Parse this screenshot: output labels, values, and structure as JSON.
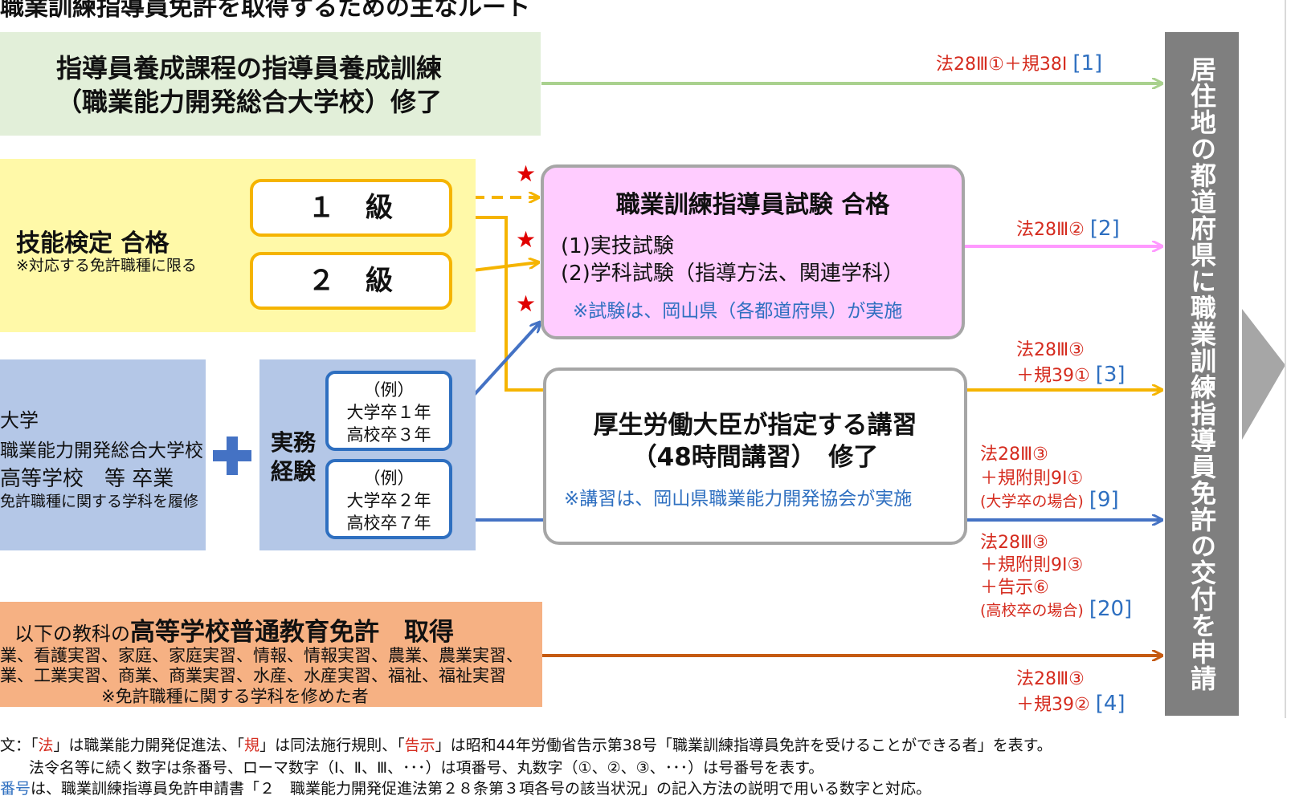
{
  "title": "職業訓練指導員免許を取得するための主なルート",
  "green": {
    "line1": "指導員養成課程の指導員養成訓練",
    "line2": "（職業能力開発総合大学校）修了"
  },
  "skill": {
    "title": "技能検定 合格",
    "note": "※対応する免許職種に限る",
    "grade1": "１　級",
    "grade2": "２　級"
  },
  "exam": {
    "title": "職業訓練指導員試験  合格",
    "item1": "(1)実技試験",
    "item2": "(2)学科試験（指導方法、関連学科）",
    "note": "※試験は、岡山県（各都道府県）が実施",
    "star": "★"
  },
  "school": {
    "l1": "大学",
    "l2": "職業能力開発総合大学校",
    "l3": "高等学校　等 卒業",
    "l4": "免許職種に関する学科を履修"
  },
  "practice": {
    "label_l1": "実務",
    "label_l2": "経験",
    "ex1": {
      "l1": "（例）",
      "l2": "大学卒１年",
      "l3": "高校卒３年"
    },
    "ex2": {
      "l1": "（例）",
      "l2": "大学卒２年",
      "l3": "高校卒７年"
    }
  },
  "course": {
    "l1": "厚生労働大臣が指定する講習",
    "l2": "（48時間講習）　修了",
    "note": "※講習は、岡山県職業能力開発協会が実施"
  },
  "license": {
    "prefix": "以下の教科の",
    "strong": "高等学校普通教育免許　取得",
    "l2": "業、看護実習、家庭、家庭実習、情報、情報実習、農業、農業実習、",
    "l3": "業、工業実習、商業、商業実習、水産、水産実習、福祉、福祉実習",
    "l4": "※免許職種に関する学科を修めた者"
  },
  "vertical": "居住地の都道府県に職業訓練指導員免許の交付を申請",
  "labels": {
    "r1": {
      "law": "法28Ⅲ①＋規38Ⅰ",
      "ref": "[1]"
    },
    "r2": {
      "law": "法28Ⅲ②",
      "ref": "[2]"
    },
    "r3": {
      "l1": "法28Ⅲ③",
      "l2": "＋規39①",
      "ref": "[3]"
    },
    "r9": {
      "l1": "法28Ⅲ③",
      "l2": "＋規附則9Ⅰ①",
      "l3": "(大学卒の場合)",
      "ref": "[9]"
    },
    "r20": {
      "l1": "法28Ⅲ③",
      "l2": "＋規附則9Ⅰ③",
      "l3": "＋告示⑥",
      "l4": "(高校卒の場合)",
      "ref": "[20]"
    },
    "r4": {
      "l1": "法28Ⅲ③",
      "l2": "＋規39②",
      "ref": "[4]"
    }
  },
  "footer": {
    "l1_a": "文：「",
    "l1_hou": "法",
    "l1_b": "」は職業能力開発促進法、「",
    "l1_ki": "規",
    "l1_c": "」は同法施行規則、「",
    "l1_kokuji": "告示",
    "l1_d": "」は昭和44年労働省告示第38号「職業訓練指導員免許を受けることができる者」を表す。",
    "l2": "法令名等に続く数字は条番号、ローマ数字（Ⅰ、Ⅱ、Ⅲ、･･･）は項番号、丸数字（①、②、③、･･･）は号番号を表す。",
    "l3_a": "番号",
    "l3_b": "は、職業訓練指導員免許申請書「２　職業能力開発促進法第２８条第３項各号の該当状況」の記入方法の説明で用いる数字と対応。"
  },
  "colors": {
    "green_arrow": "#a9d18e",
    "pink_arrow": "#ff99ff",
    "yellow_arrow": "#f5b400",
    "blue_arrow": "#4472c4",
    "brown_arrow": "#c55a11",
    "gray": "#7f7f7f"
  }
}
